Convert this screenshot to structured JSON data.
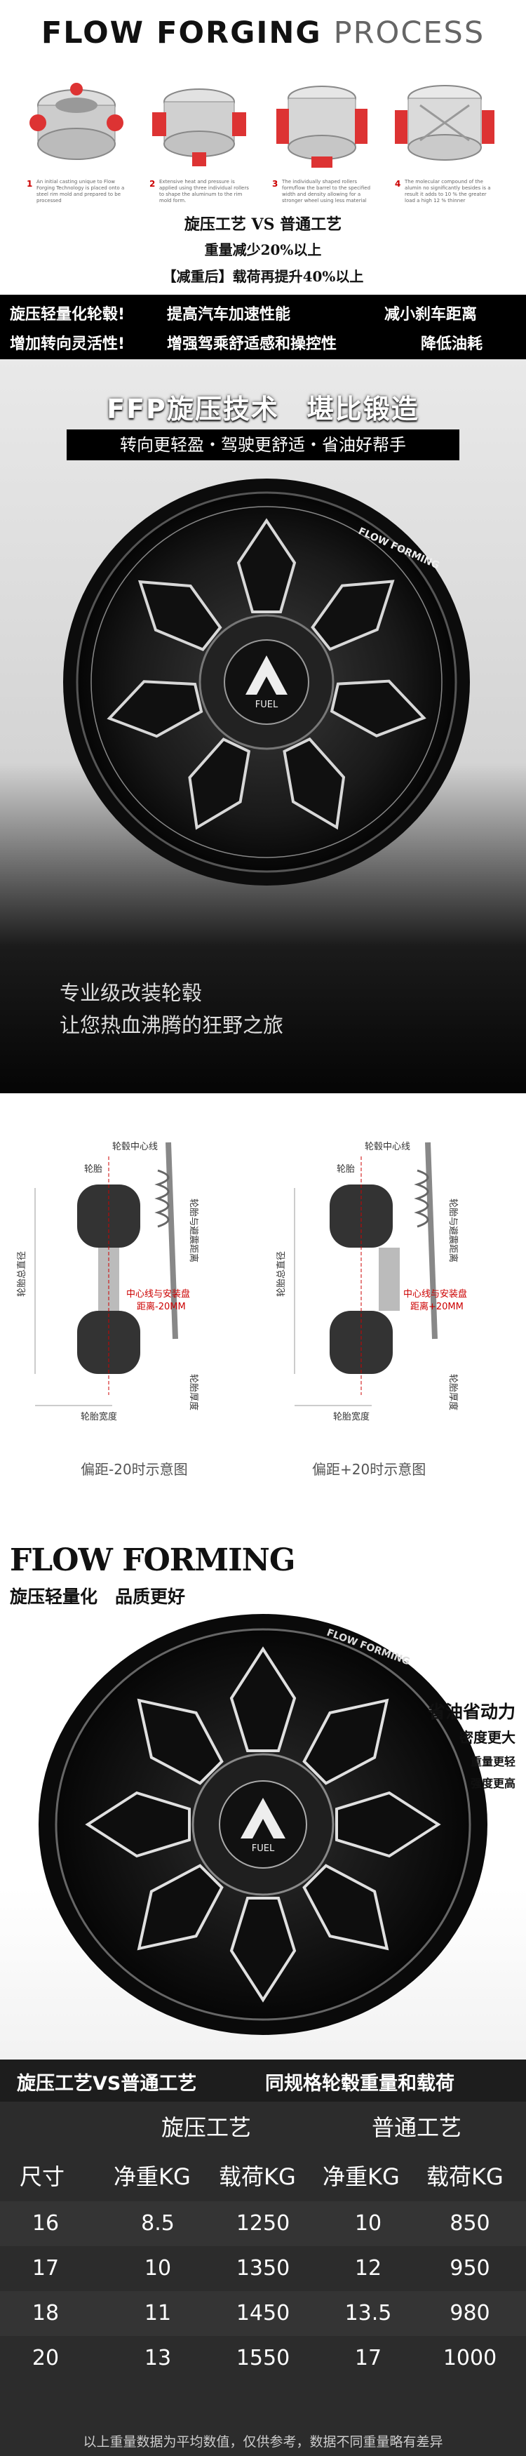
{
  "process": {
    "title_dark": "FLOW FORGING",
    "title_light": "PROCESS",
    "steps": [
      {
        "num": "1",
        "desc": "An initial casting unique to Flow Forging Technology is placed onto a steel rim mold and prepared to be processed"
      },
      {
        "num": "2",
        "desc": "Extensive heat and pressure is applied using three individual rollers to shape the aluminum to the rim mold form."
      },
      {
        "num": "3",
        "desc": "The individually shaped rollers form/flow the barrel to the specified width and density allowing for a stronger wheel using less material"
      },
      {
        "num": "4",
        "desc": "The molecular compound of the alumin no significantly besides is a result it adds to 10 % the greater load a high 12 % thinner"
      }
    ],
    "vs_line": "旋压工艺 VS 普通工艺",
    "weight_line": "重量减少20%以上",
    "load_line": "【减重后】载荷再提升40%以上"
  },
  "features": {
    "row1": [
      "旋压轻量化轮毂!",
      "提高汽车加速性能",
      "减小刹车距离"
    ],
    "row2": [
      "增加转向灵活性!",
      "增强驾乘舒适感和操控性",
      "降低油耗"
    ]
  },
  "hero": {
    "headline": "FFP旋压技术　堪比锻造",
    "subline": "转向更轻盈・驾驶更舒适・省油好帮手",
    "tagline1": "专业级改装轮毂",
    "tagline2": "让您热血沸腾的狂野之旅",
    "lip_text": "FLOW FORMING",
    "cap_text": "FUEL"
  },
  "offset": {
    "left": {
      "labels": [
        "轮毂中心线",
        "轮胎",
        "轮胎与避震距离",
        "轮胎总直径",
        "轮胎厚度",
        "轮胎宽度"
      ],
      "callout1": "中心线与安装盘",
      "callout2": "距离-20MM",
      "caption": "偏距-20时示意图"
    },
    "right": {
      "labels": [
        "轮毂中心线",
        "轮胎",
        "轮胎与避震距离",
        "轮胎总直径",
        "轮胎厚度",
        "轮胎宽度"
      ],
      "callout1": "中心线与安装盘",
      "callout2": "距离+20MM",
      "caption": "偏距+20时示意图"
    }
  },
  "wheel2": {
    "title": "FLOW FORMING",
    "subtitle": "旋压轻量化　品质更好",
    "notes": [
      "省油省动力",
      "密度更大",
      "重量更轻",
      "强度更高"
    ],
    "lip_text": "FLOW FORMING",
    "cap_text": "FUEL"
  },
  "table": {
    "title_left": "旋压工艺VS普通工艺",
    "title_right": "同规格轮毂重量和载荷",
    "group1": "旋压工艺",
    "group2": "普通工艺",
    "columns": [
      "尺寸",
      "净重KG",
      "载荷KG",
      "净重KG",
      "载荷KG"
    ],
    "rows": [
      [
        "16",
        "8.5",
        "1250",
        "10",
        "850"
      ],
      [
        "17",
        "10",
        "1350",
        "12",
        "950"
      ],
      [
        "18",
        "11",
        "1450",
        "13.5",
        "980"
      ],
      [
        "20",
        "13",
        "1550",
        "17",
        "1000"
      ]
    ],
    "footnote": "以上重量数据为平均数值，仅供参考，数据不同重量略有差异"
  }
}
